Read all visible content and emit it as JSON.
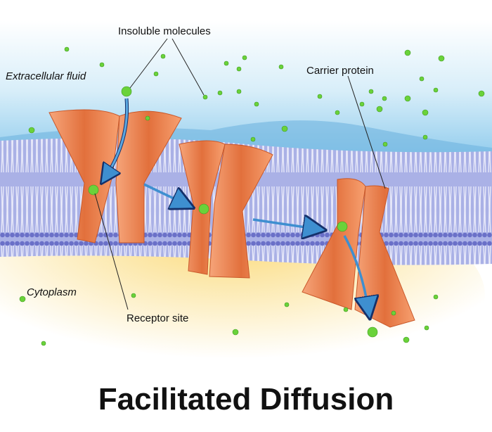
{
  "title": "Facilitated Diffusion",
  "labels": {
    "insoluble_molecules": "Insoluble molecules",
    "extracellular_fluid": "Extracellular fluid",
    "carrier_protein": "Carrier protein",
    "cytoplasm": "Cytoplasm",
    "receptor_site": "Receptor site"
  },
  "colors": {
    "protein": "#f0864f",
    "molecule": "#6ad23a",
    "membrane": "#7f86d6",
    "extracellular": "#bfe3f5",
    "cytoplasm": "#fbe7a8",
    "arrow": "#3e8fd0"
  }
}
